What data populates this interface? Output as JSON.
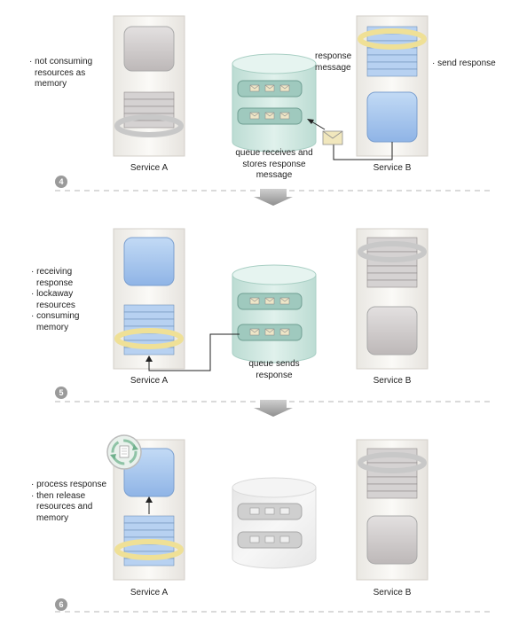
{
  "steps": [
    {
      "number": "4",
      "service_a_label": "Service A",
      "service_b_label": "Service B",
      "service_a_notes": [
        "· not consuming",
        "resources as",
        "memory"
      ],
      "service_b_notes": [
        "· send response"
      ],
      "queue_caption": [
        "queue receives and",
        "stores response",
        "message"
      ],
      "message_label": [
        "response",
        "message"
      ]
    },
    {
      "number": "5",
      "service_a_label": "Service A",
      "service_b_label": "Service B",
      "service_a_notes": [
        "· receiving",
        "response",
        "· lockaway",
        "resources",
        "· consuming",
        "memory"
      ],
      "queue_caption": [
        "queue sends",
        "response"
      ]
    },
    {
      "number": "6",
      "service_a_label": "Service A",
      "service_b_label": "Service B",
      "service_a_notes": [
        "· process response",
        "· then release",
        "resources and",
        "memory"
      ]
    }
  ],
  "colors": {
    "active_blue": "#a9c8ef",
    "idle_gray": "#d4d0d0",
    "ring_yellow": "#f3e9a3",
    "queue_green": "#cfe6e0",
    "divider": "#b5b5b5",
    "arrow_gray": "#a8a8a8"
  }
}
